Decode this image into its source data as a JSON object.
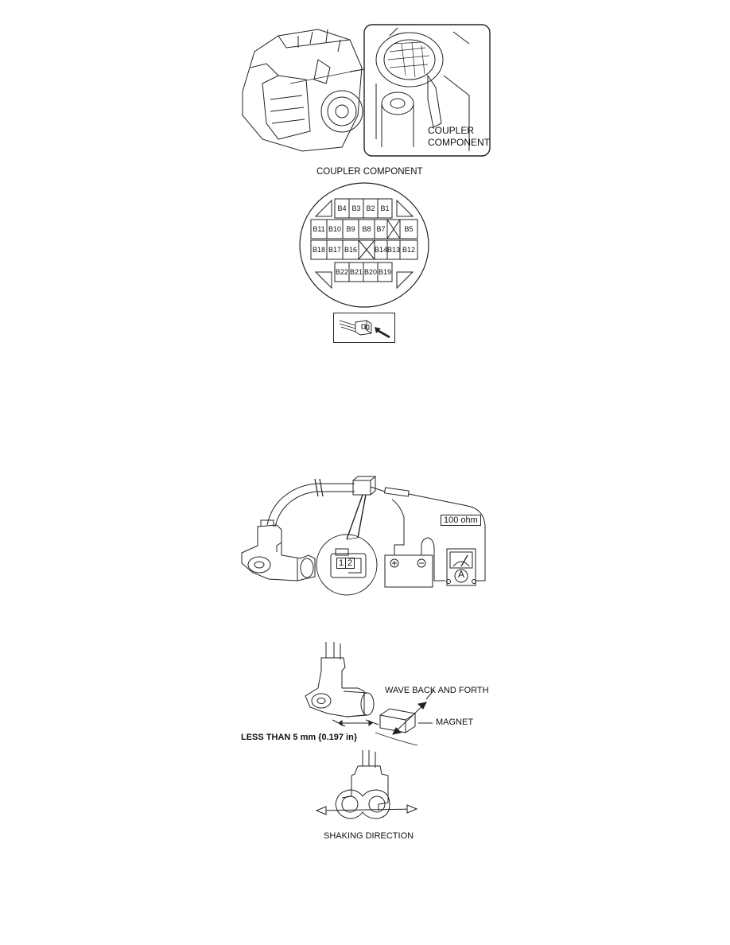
{
  "fig1": {
    "inset_label_line1": "COUPLER",
    "inset_label_line2": "COMPONENT"
  },
  "fig2": {
    "title": "COUPLER COMPONENT",
    "pins": {
      "row1": [
        "B4",
        "B3",
        "B2",
        "B1"
      ],
      "row2": [
        "B11",
        "B10",
        "B9",
        "B8",
        "B7",
        "",
        "B5"
      ],
      "row3": [
        "B18",
        "B17",
        "B16",
        "",
        "B14",
        "B13",
        "B12"
      ],
      "row4": [
        "B22",
        "B21",
        "B20",
        "B19"
      ]
    }
  },
  "fig3": {
    "resistor_label": "100 ohm",
    "connector_pins": [
      "1",
      "2"
    ],
    "battery_plus": "+",
    "battery_minus": "−",
    "meter_label": "A"
  },
  "fig4": {
    "wave_label": "WAVE BACK AND FORTH",
    "magnet_label": "MAGNET",
    "distance_label": "LESS THAN 5 mm {0.197 in}",
    "shaking_label": "SHAKING DIRECTION"
  }
}
